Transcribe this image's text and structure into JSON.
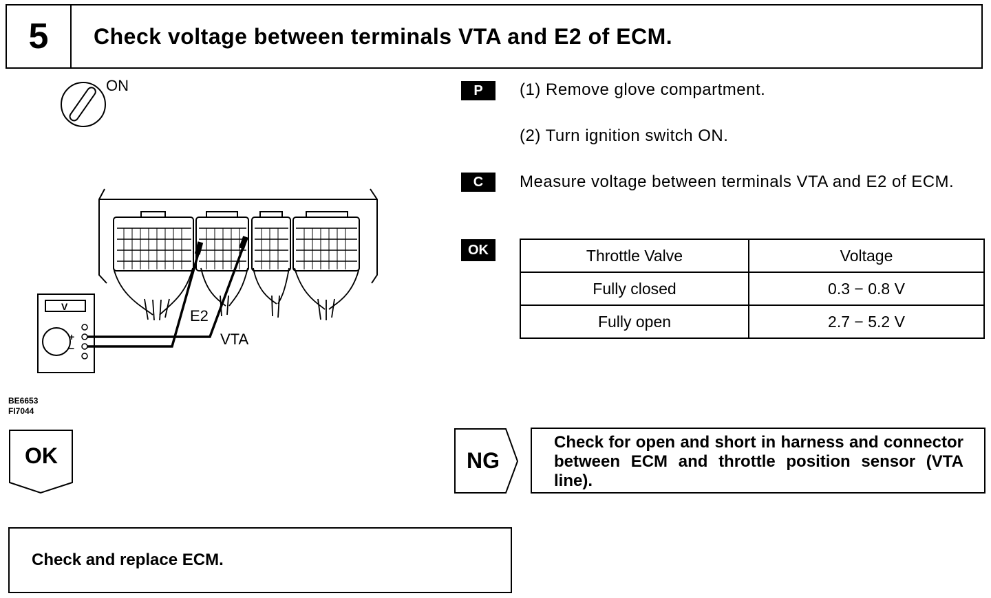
{
  "header": {
    "step_number": "5",
    "title": "Check voltage between terminals VTA and E2 of ECM."
  },
  "diagram": {
    "ignition_label": "ON",
    "meter_label": "V",
    "terminal_e2": "E2",
    "terminal_vta": "VTA",
    "plus_sign": "+",
    "minus_sign": "−",
    "figure_codes": [
      "BE6653",
      "FI7044"
    ]
  },
  "instructions": {
    "prep_icon": "P",
    "prep_steps": [
      "(1) Remove glove compartment.",
      "(2) Turn ignition switch ON."
    ],
    "check_icon": "C",
    "check_text": "Measure voltage between terminals VTA and E2 of ECM.",
    "ok_icon": "OK"
  },
  "voltage_table": {
    "headers": [
      "Throttle Valve",
      "Voltage"
    ],
    "rows": [
      [
        "Fully closed",
        "0.3 − 0.8 V"
      ],
      [
        "Fully open",
        "2.7 − 5.2 V"
      ]
    ]
  },
  "results": {
    "ok_label": "OK",
    "ng_label": "NG",
    "ng_action": "Check for open and short in harness and connector between ECM and throttle position sensor (VTA line).",
    "ok_action": "Check and replace ECM."
  }
}
